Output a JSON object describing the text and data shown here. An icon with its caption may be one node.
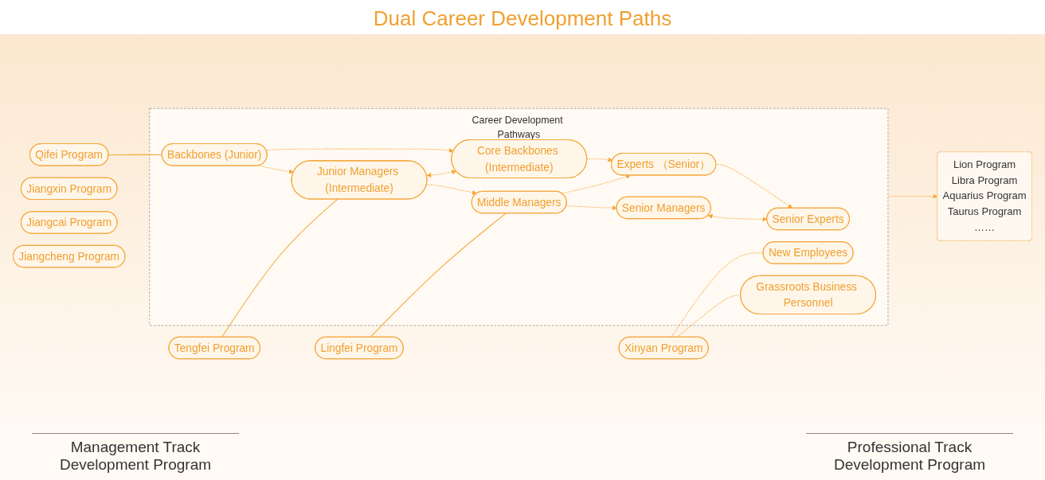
{
  "diagram": {
    "title": "Dual Career Development Paths",
    "nodes": [
      {
        "text": [
          "Lingfei Program"
        ]
      },
      {
        "text": [
          "Tengfei Program"
        ]
      },
      {
        "text": [
          "Qifei Program"
        ]
      },
      {
        "text": [
          "Xinyan Program"
        ]
      },
      {
        "text": [
          "Career Development Pathways"
        ]
      },
      {
        "text": [
          "Senior Managers"
        ],
        "in": 4
      },
      {
        "text": [
          "Senior Experts"
        ],
        "in": 4
      },
      {
        "text": [
          "Middle Managers"
        ],
        "in": 4
      },
      {
        "text": [
          "Experts （Senior）"
        ],
        "in": 4
      },
      {
        "text": [
          "Junior Managers (Intermediate)"
        ],
        "in": 4
      },
      {
        "text": [
          "Core Backbones (Intermediate)"
        ],
        "in": 4
      },
      {
        "text": [
          "Backbones (Junior)"
        ],
        "in": 4
      },
      {
        "text": [
          "Grassroots Business Personnel"
        ],
        "in": 4
      },
      {
        "text": [
          "New Employees"
        ],
        "in": 4
      },
      {
        "text": [
          "Jiangxin Program"
        ]
      },
      {
        "text": [
          "Jiangcai Program"
        ]
      },
      {
        "text": [
          "Lion Program",
          "Libra Program",
          "Aquarius Program",
          "Taurus Program",
          "……"
        ]
      },
      {
        "text": [
          "Jiangcheng Program"
        ]
      }
    ],
    "edges": [
      {
        "from": 0,
        "to": 7,
        "arrow": "none"
      },
      {
        "from": 1,
        "to": 9,
        "arrow": "none"
      },
      {
        "from": 2,
        "to": 11,
        "arrow": "none"
      },
      {
        "from": 3,
        "to": 12,
        "arrow": "none",
        "style": "dashed"
      },
      {
        "from": 3,
        "to": 13,
        "arrow": "none",
        "style": "dashed"
      },
      {
        "from": 5,
        "to": 6,
        "arrow": "both",
        "style": "dashed"
      },
      {
        "from": 7,
        "to": 5,
        "arrow": "to",
        "style": "dashed"
      },
      {
        "from": 7,
        "to": 8,
        "arrow": "to",
        "style": "dashed"
      },
      {
        "from": 8,
        "to": 6,
        "arrow": "to",
        "style": "dashed"
      },
      {
        "from": 9,
        "to": 7,
        "arrow": "to",
        "style": "dashed"
      },
      {
        "from": 9,
        "to": 10,
        "arrow": "both",
        "style": "dashed"
      },
      {
        "from": 10,
        "to": 8,
        "arrow": "to",
        "style": "dashed"
      },
      {
        "from": 11,
        "to": 9,
        "arrow": "to",
        "style": "dashed"
      },
      {
        "from": 11,
        "to": 10,
        "arrow": "to",
        "style": "dashed"
      },
      {
        "from": 4,
        "to": 16,
        "arrow": "to",
        "style": "dashed"
      }
    ],
    "labels": [
      "Management Track Development Program",
      "Professional Track Development Program"
    ]
  }
}
